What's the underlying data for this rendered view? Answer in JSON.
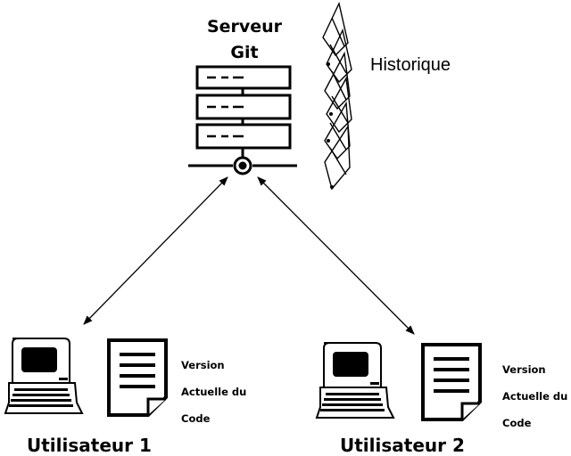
{
  "server": {
    "title_line1": "Serveur",
    "title_line2": "Git",
    "icon": "server-rack-icon"
  },
  "history": {
    "label": "Historique",
    "icon": "stacked-commits-icon"
  },
  "users": [
    {
      "label": "Utilisateur 1",
      "icon": "computer-terminal-icon",
      "document": {
        "icon": "document-icon",
        "lines": [
          "Version",
          "Actuelle du",
          "Code"
        ]
      }
    },
    {
      "label": "Utilisateur 2",
      "icon": "computer-terminal-icon",
      "document": {
        "icon": "document-icon",
        "lines": [
          "Version",
          "Actuelle du",
          "Code"
        ]
      }
    }
  ],
  "connections": [
    {
      "from": "server",
      "to": "user-1",
      "style": "bidirectional-arrow"
    },
    {
      "from": "server",
      "to": "user-2",
      "style": "bidirectional-arrow"
    }
  ]
}
